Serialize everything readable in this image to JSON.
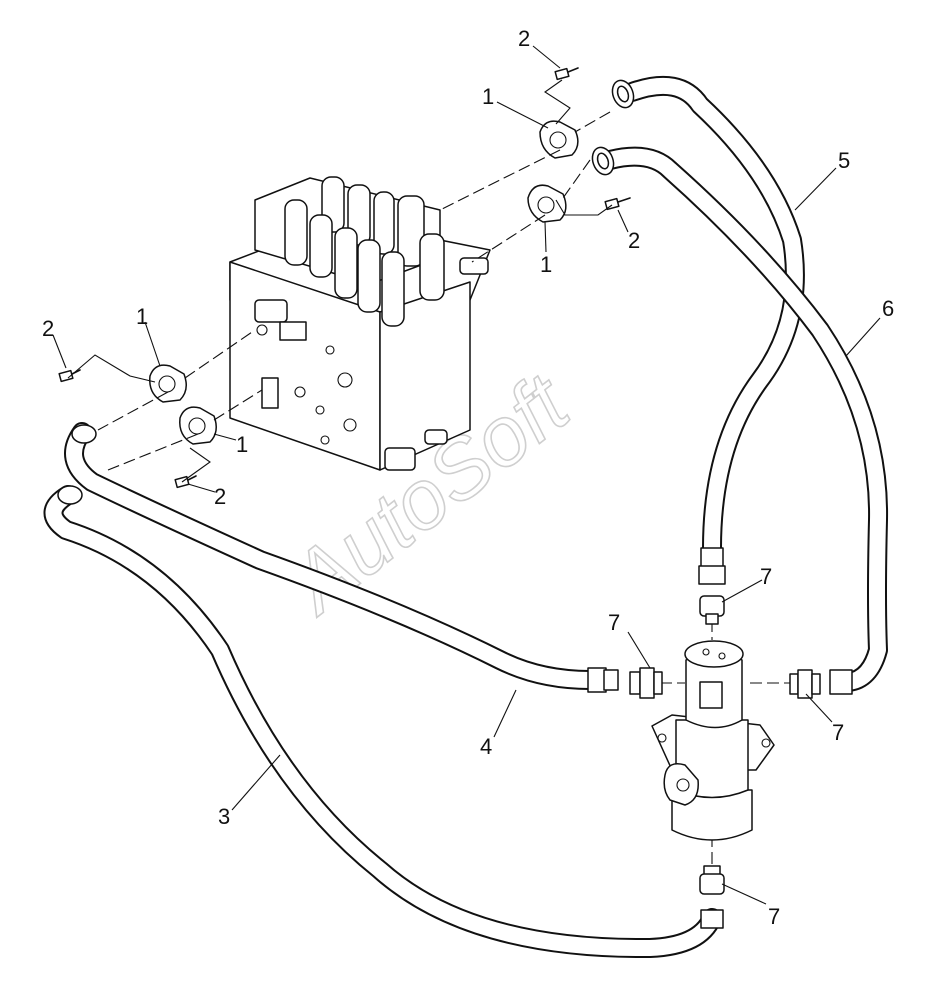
{
  "watermark": "AutoSoft",
  "callouts": [
    {
      "id": "c-2a",
      "text": "2"
    },
    {
      "id": "c-1a",
      "text": "1"
    },
    {
      "id": "c-1b",
      "text": "1"
    },
    {
      "id": "c-2b",
      "text": "2"
    },
    {
      "id": "c-5",
      "text": "5"
    },
    {
      "id": "c-6",
      "text": "6"
    },
    {
      "id": "c-2c",
      "text": "2"
    },
    {
      "id": "c-1c",
      "text": "1"
    },
    {
      "id": "c-1d",
      "text": "1"
    },
    {
      "id": "c-2d",
      "text": "2"
    },
    {
      "id": "c-7a",
      "text": "7"
    },
    {
      "id": "c-7b",
      "text": "7"
    },
    {
      "id": "c-7c",
      "text": "7"
    },
    {
      "id": "c-4",
      "text": "4"
    },
    {
      "id": "c-3",
      "text": "3"
    },
    {
      "id": "c-7d",
      "text": "7"
    }
  ]
}
